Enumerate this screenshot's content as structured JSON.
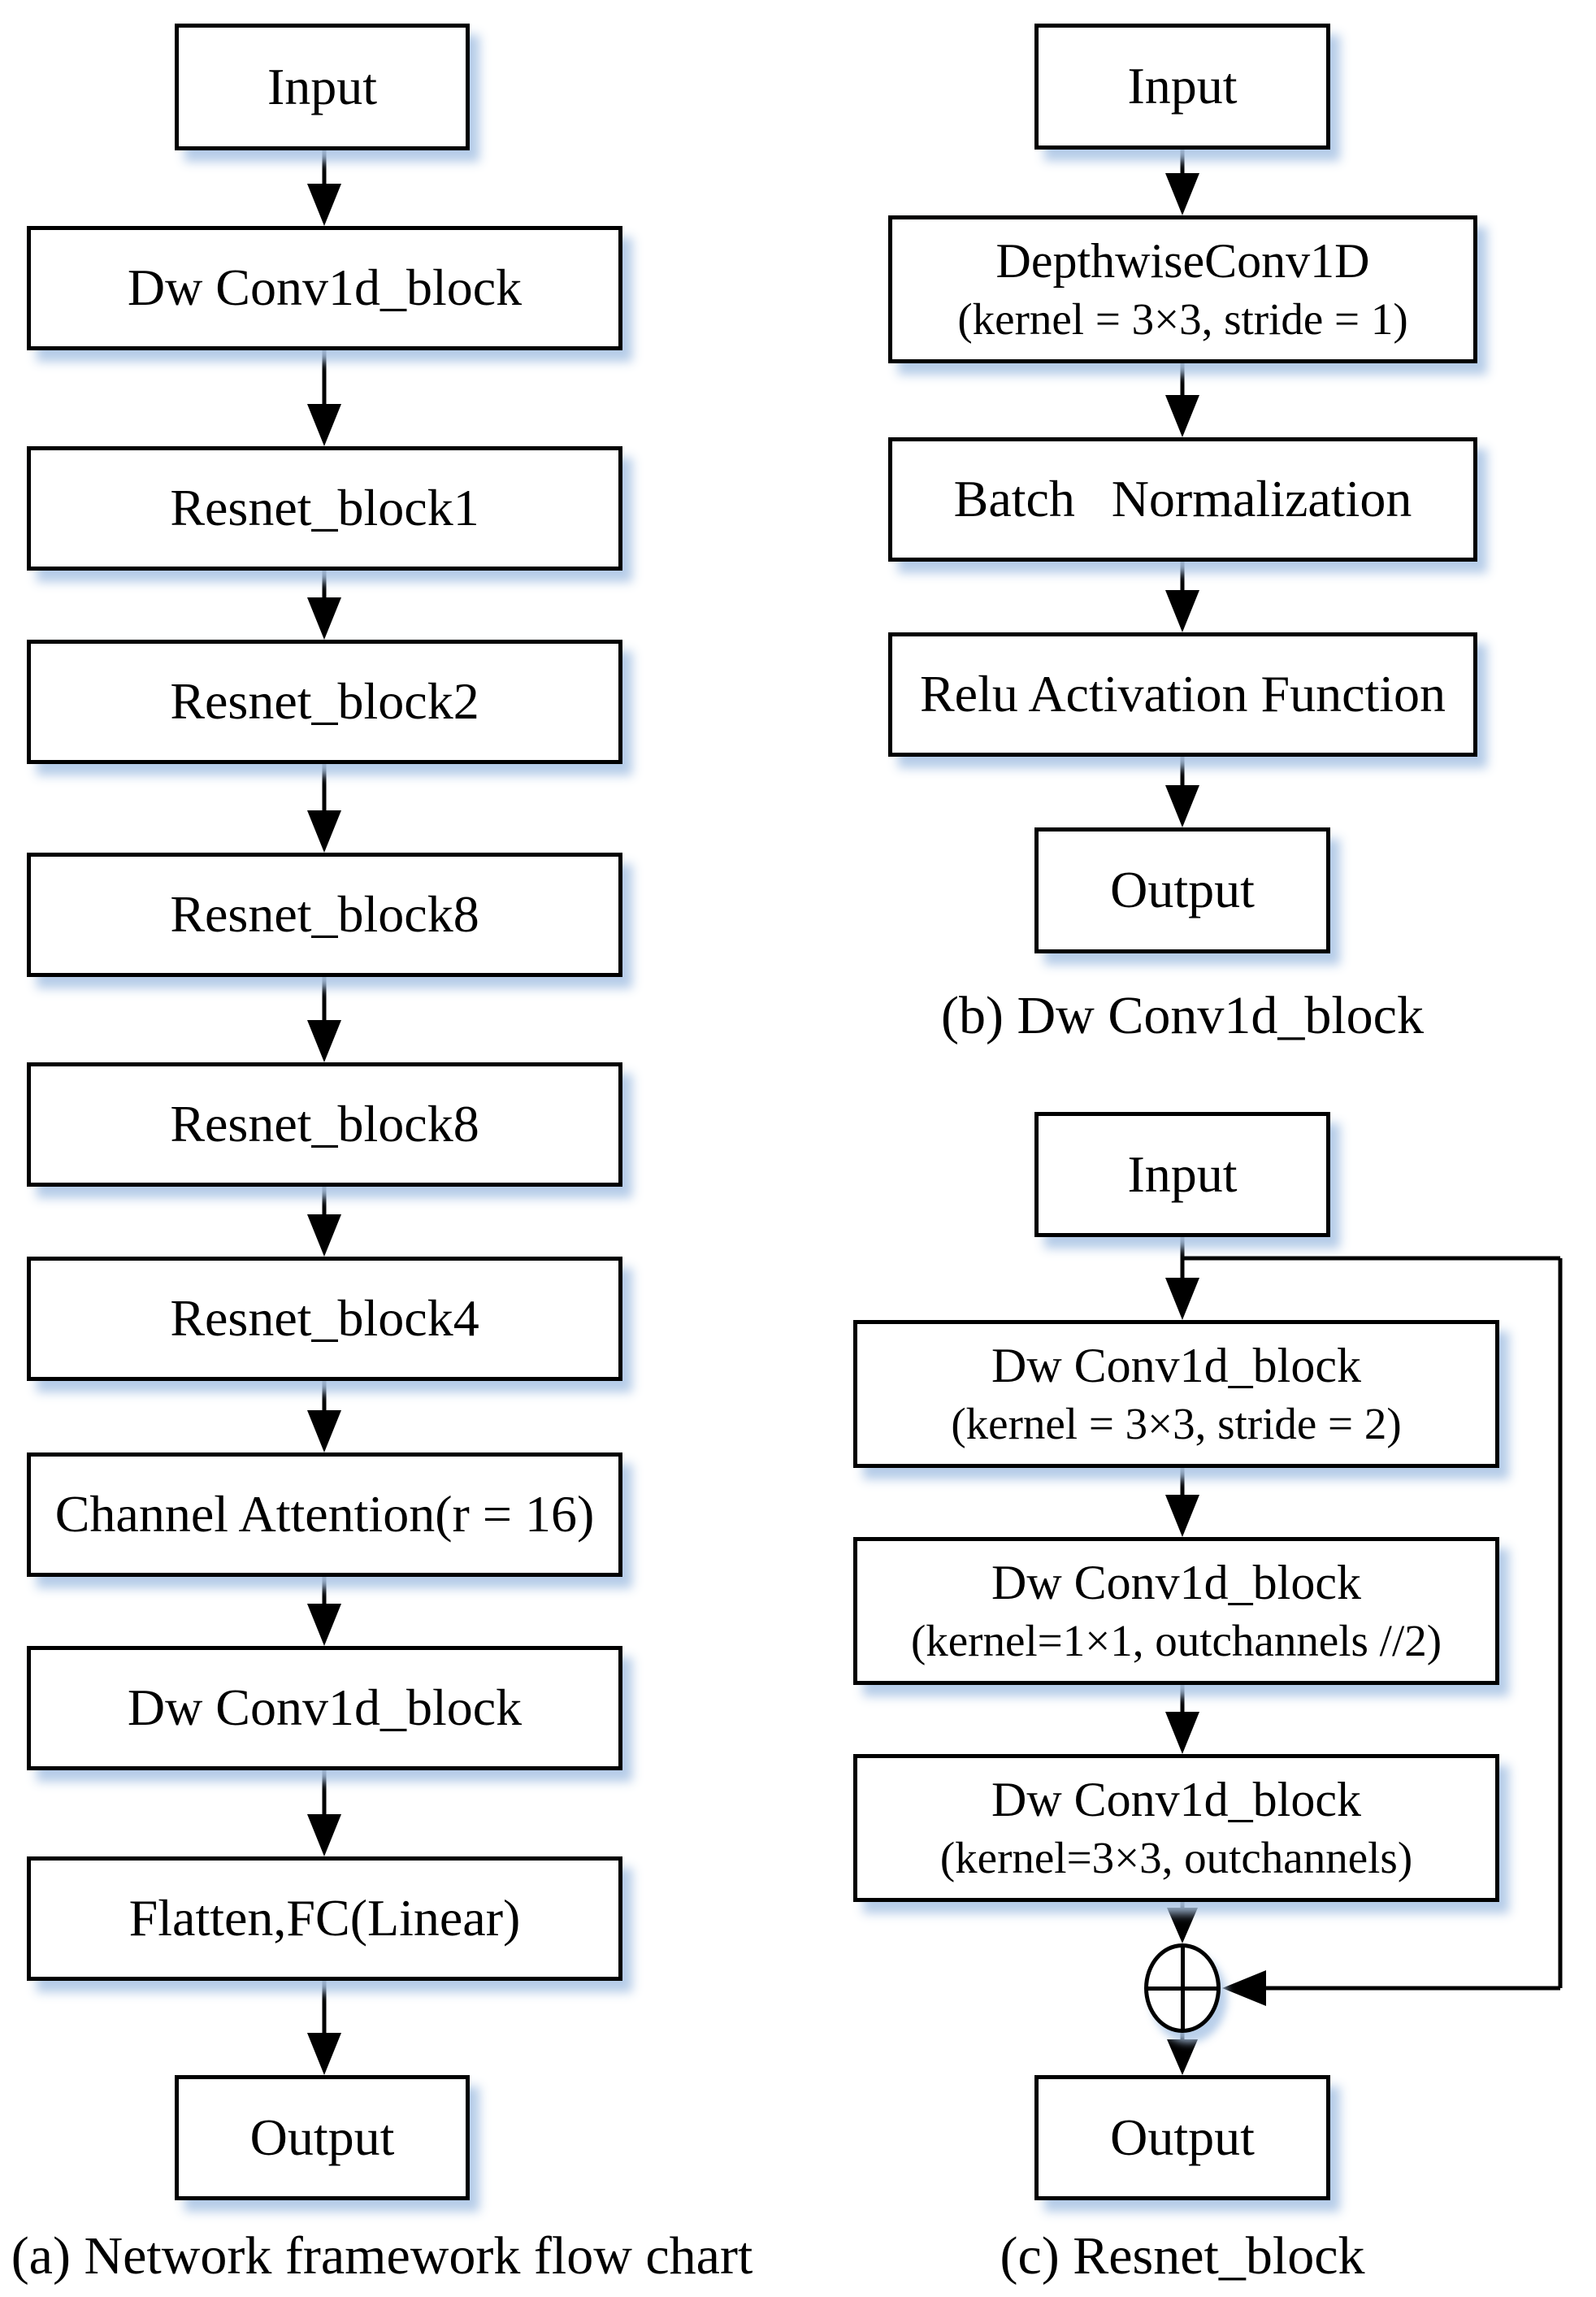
{
  "panels": {
    "a": {
      "caption": "(a) Network framework flow chart",
      "nodes": {
        "input": "Input",
        "dwconv_top": "Dw Conv1d_block",
        "resnet1": "Resnet_block1",
        "resnet2": "Resnet_block2",
        "resnet8_1": "Resnet_block8",
        "resnet8_2": "Resnet_block8",
        "resnet4": "Resnet_block4",
        "channel_attention": "Channel Attention(r = 16)",
        "dwconv_bottom": "Dw Conv1d_block",
        "flatten_fc": "Flatten,FC(Linear)",
        "output": "Output"
      }
    },
    "b": {
      "caption": "(b) Dw Conv1d_block",
      "nodes": {
        "input": "Input",
        "depthwise_l1": "DepthwiseConv1D",
        "depthwise_l2": "(kernel = 3×3, stride = 1)",
        "batch_norm": "Batch Normalization",
        "relu": "Relu Activation Function",
        "output": "Output"
      }
    },
    "c": {
      "caption": "(c) Resnet_block",
      "nodes": {
        "input": "Input",
        "dw1_l1": "Dw Conv1d_block",
        "dw1_l2": "(kernel = 3×3, stride = 2)",
        "dw2_l1": "Dw Conv1d_block",
        "dw2_l2": "(kernel=1×1, outchannels //2)",
        "dw3_l1": "Dw Conv1d_block",
        "dw3_l2": "(kernel=3×3, outchannels)",
        "output": "Output"
      }
    }
  },
  "icons": {
    "add_junction": "circle-plus"
  },
  "colors": {
    "background": "#ffffff",
    "box_fill": "#ffffff",
    "box_border": "#000000",
    "line": "#000000",
    "shadow": "#b7cde9",
    "text": "#000000"
  }
}
